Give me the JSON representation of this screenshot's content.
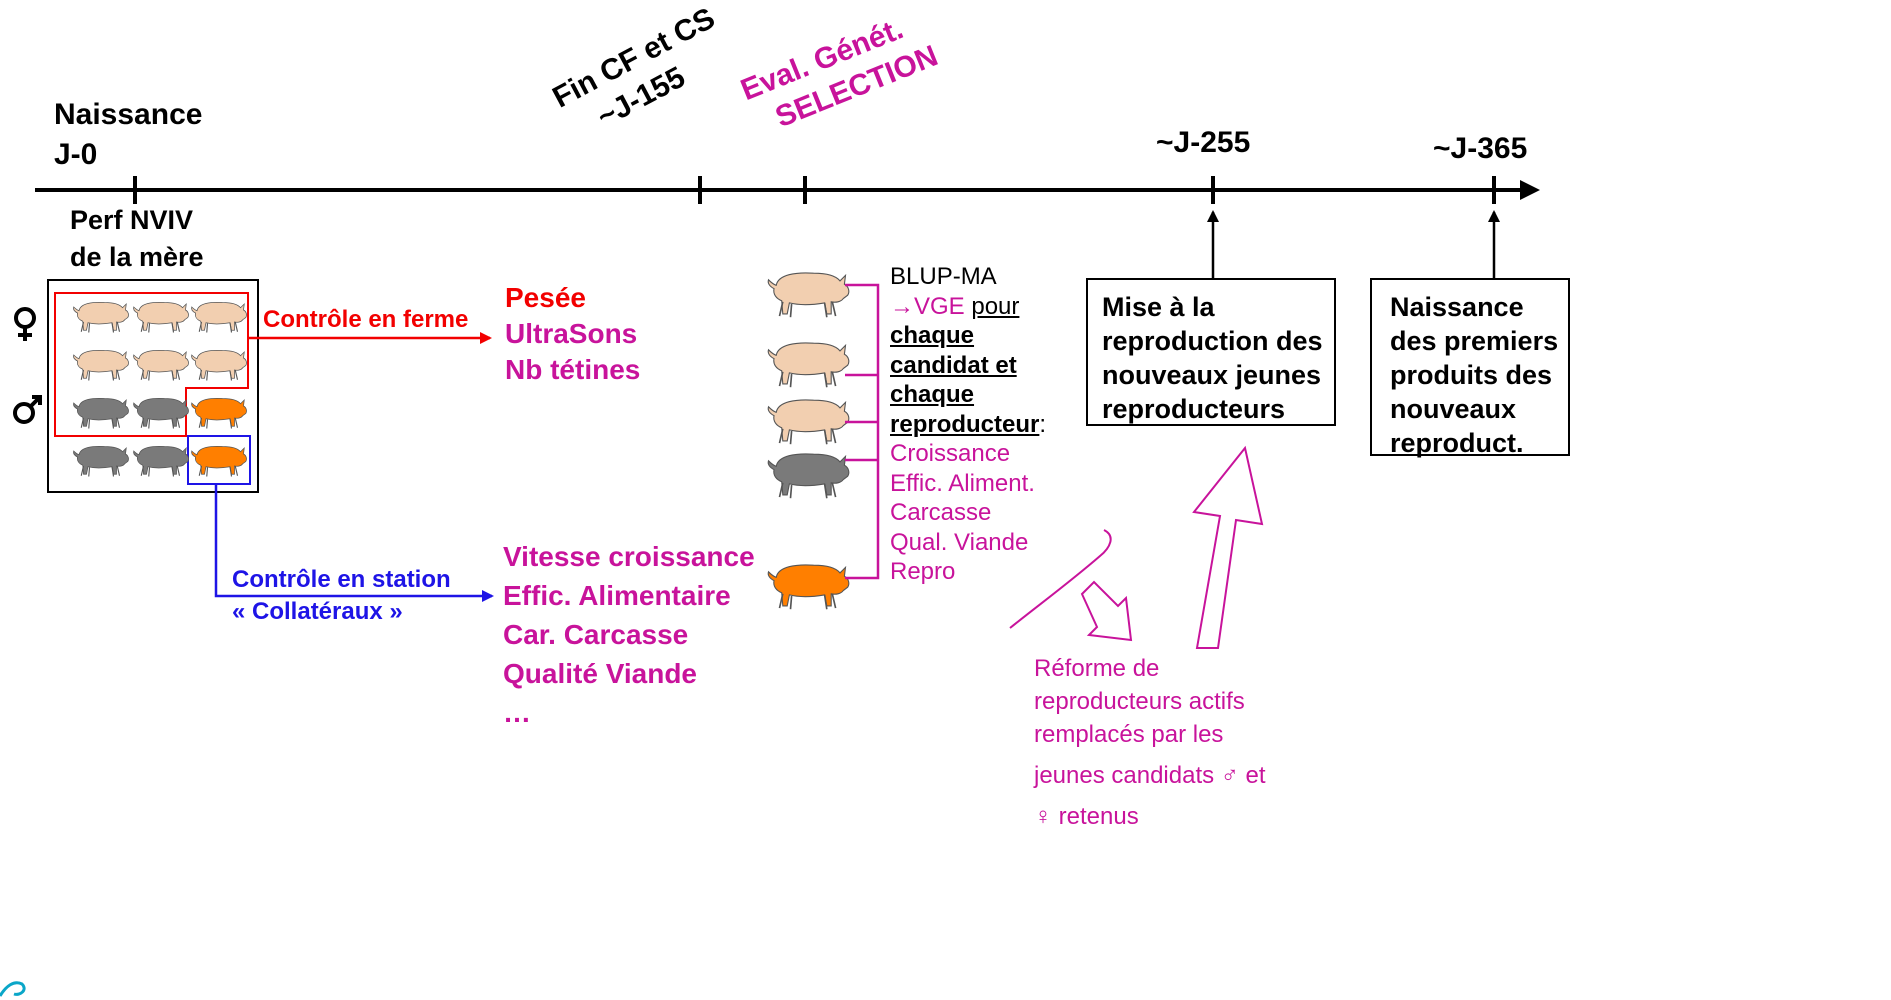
{
  "timeline": {
    "birth_title": "Naissance",
    "birth_day": "J-0",
    "end_cf_cs_title": "Fin CF et CS",
    "end_cf_cs_day": "~J-155",
    "eval_line1": "Eval. Génét.",
    "eval_line2": "SELECTION",
    "j255": "~J-255",
    "j365": "~J-365"
  },
  "litter": {
    "perf_line1": "Perf NVIV",
    "perf_line2": "de la mère",
    "female_symbol": "♀",
    "male_symbol": "♂",
    "rows": [
      [
        "pink",
        "pink",
        "pink"
      ],
      [
        "pink",
        "pink",
        "pink"
      ],
      [
        "gray",
        "gray",
        "orange"
      ],
      [
        "gray",
        "gray",
        "orange"
      ]
    ]
  },
  "farm_control": {
    "label": "Contrôle en ferme",
    "results": [
      "Pesée",
      "UltraSons",
      "Nb tétines"
    ]
  },
  "station_control": {
    "label_line1": "Contrôle en station",
    "label_line2": "« Collatéraux »",
    "results": [
      "Vitesse croissance",
      "Effic. Alimentaire",
      "Car. Carcasse",
      "Qualité Viande",
      "…"
    ]
  },
  "blup": {
    "title": "BLUP-MA",
    "arrow": "→",
    "vge": "VGE ",
    "pour": "pour",
    "line_chaque": "chaque",
    "line_candidat": "candidat et",
    "line_chaque2": "chaque",
    "line_reproducteur": "reproducteur",
    "colon": ":",
    "traits": [
      "Croissance",
      "Effic. Aliment.",
      "Carcasse",
      "Qual. Viande",
      "Repro"
    ],
    "pigs": [
      "pink",
      "pink",
      "pink",
      "gray",
      "orange"
    ]
  },
  "mating_box": [
    "Mise à la",
    "reproduction des",
    "nouveaux jeunes",
    "reproducteurs"
  ],
  "births_box": [
    "Naissance",
    "des premiers",
    "produits des",
    "nouveaux",
    "reproduct."
  ],
  "reform": {
    "lines": [
      "Réforme de",
      "reproducteurs actifs",
      "remplacés par les",
      "jeunes candidats ♂ et",
      "♀ retenus"
    ]
  },
  "colors": {
    "accent": "#c8139b",
    "farm": "#f20000",
    "station": "#1e14e6",
    "pig_pink": "#f2cfb0",
    "pig_gray": "#7a7a7a",
    "pig_orange": "#ff7f00"
  }
}
